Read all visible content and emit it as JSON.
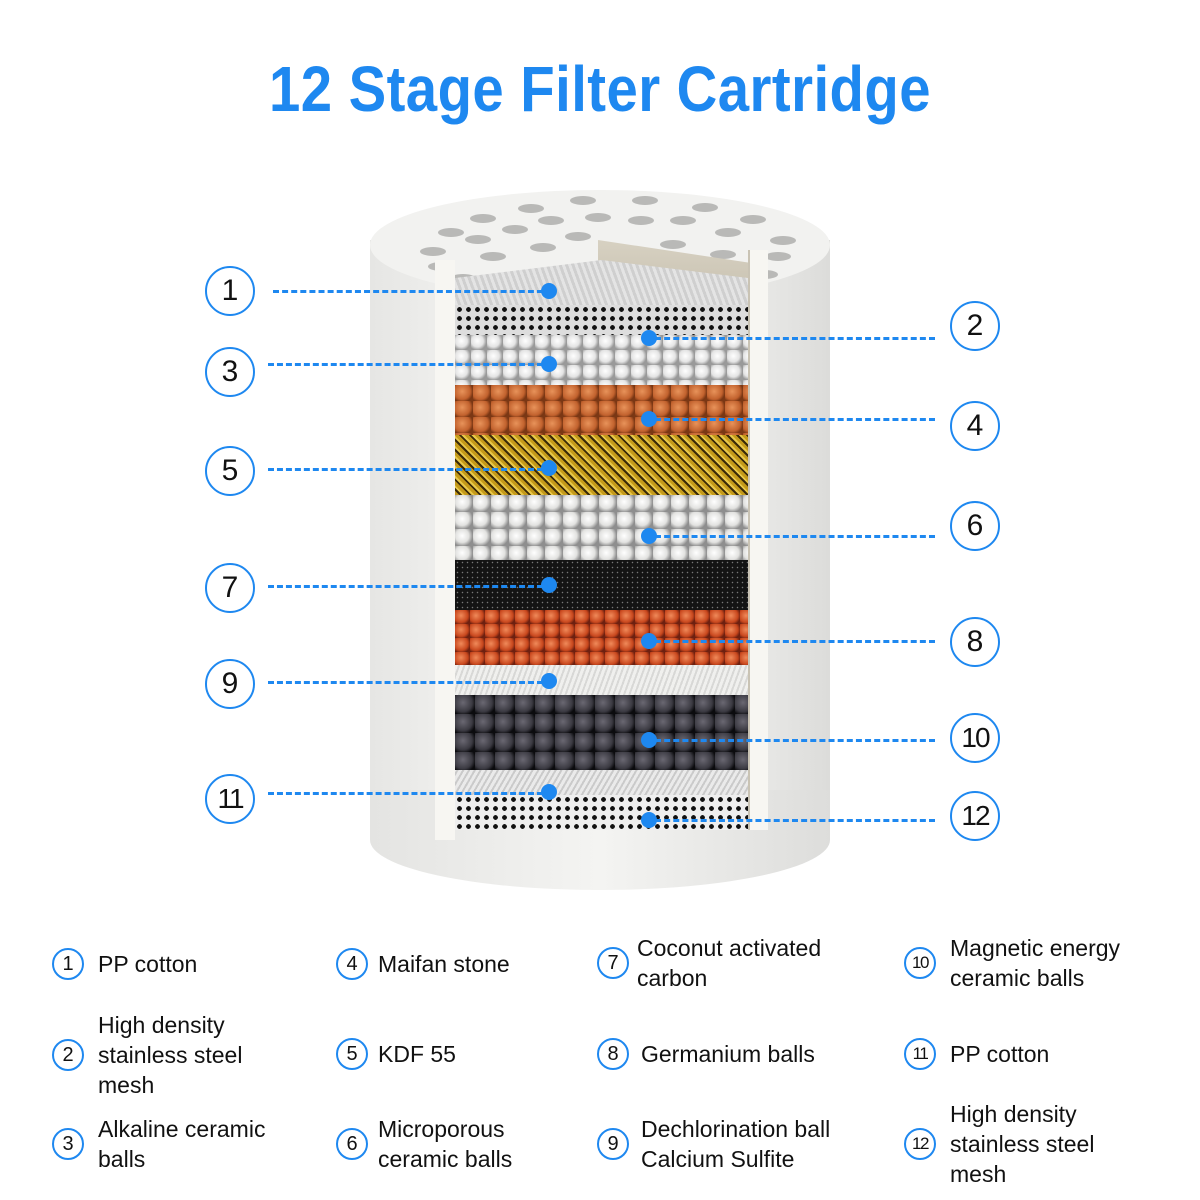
{
  "title": "12 Stage Filter Cartridge",
  "colors": {
    "accent": "#1e88f0",
    "text": "#111111",
    "background": "#ffffff"
  },
  "callouts": [
    {
      "num": "1",
      "side": "left"
    },
    {
      "num": "2",
      "side": "right"
    },
    {
      "num": "3",
      "side": "left"
    },
    {
      "num": "4",
      "side": "right"
    },
    {
      "num": "5",
      "side": "left"
    },
    {
      "num": "6",
      "side": "right"
    },
    {
      "num": "7",
      "side": "left"
    },
    {
      "num": "8",
      "side": "right"
    },
    {
      "num": "9",
      "side": "left"
    },
    {
      "num": "10",
      "side": "right"
    },
    {
      "num": "11",
      "side": "left"
    },
    {
      "num": "12",
      "side": "right"
    }
  ],
  "legend": [
    {
      "num": "1",
      "label": "PP cotton"
    },
    {
      "num": "2",
      "label": "High density stainless steel mesh"
    },
    {
      "num": "3",
      "label": "Alkaline ceramic balls"
    },
    {
      "num": "4",
      "label": "Maifan stone"
    },
    {
      "num": "5",
      "label": "KDF 55"
    },
    {
      "num": "6",
      "label": "Microporous ceramic balls"
    },
    {
      "num": "7",
      "label": "Coconut activated carbon"
    },
    {
      "num": "8",
      "label": "Germanium balls"
    },
    {
      "num": "9",
      "label": "Dechlorination ball Calcium Sulfite"
    },
    {
      "num": "10",
      "label": "Magnetic energy ceramic balls"
    },
    {
      "num": "11",
      "label": "PP cotton"
    },
    {
      "num": "12",
      "label": "High density stainless steel mesh"
    }
  ]
}
